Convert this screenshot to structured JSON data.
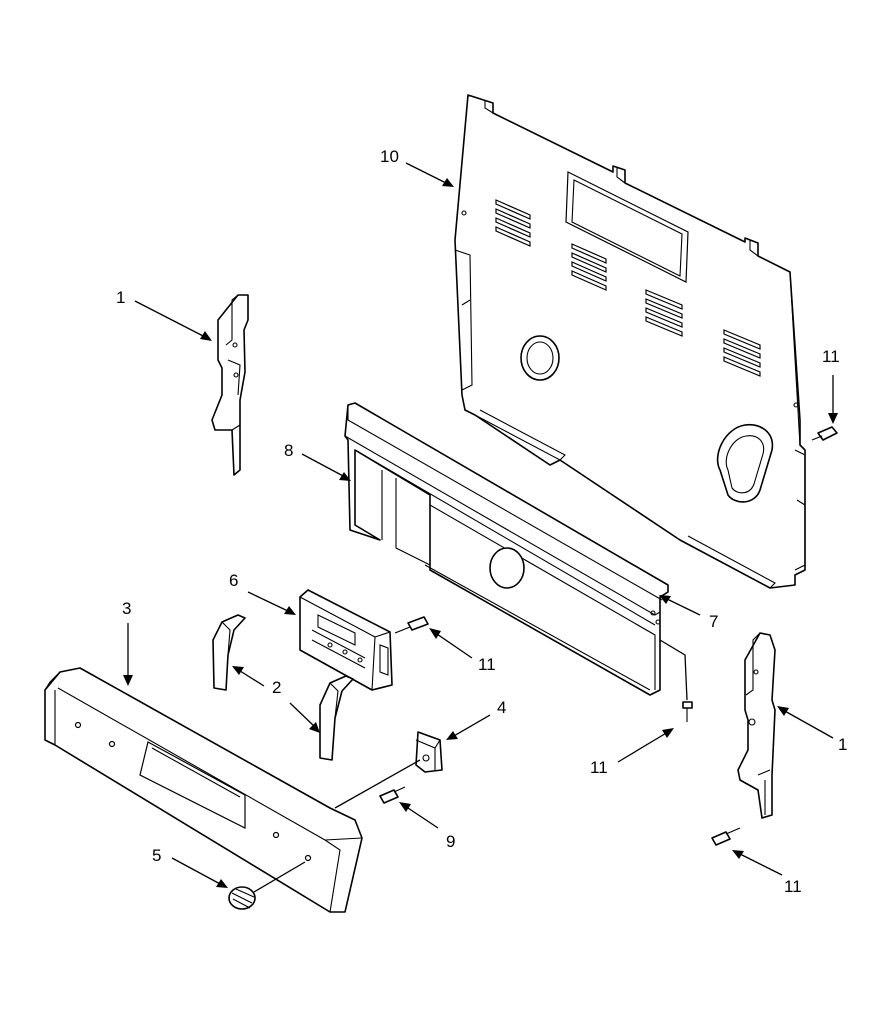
{
  "callouts": {
    "c1a": "1",
    "c1b": "1",
    "c2": "2",
    "c3": "3",
    "c4": "4",
    "c5": "5",
    "c6": "6",
    "c7": "7",
    "c8": "8",
    "c9": "9",
    "c10": "10",
    "c11a": "11",
    "c11b": "11",
    "c11c": "11",
    "c11d": "11"
  },
  "colors": {
    "line": "#000000",
    "background": "#ffffff"
  }
}
